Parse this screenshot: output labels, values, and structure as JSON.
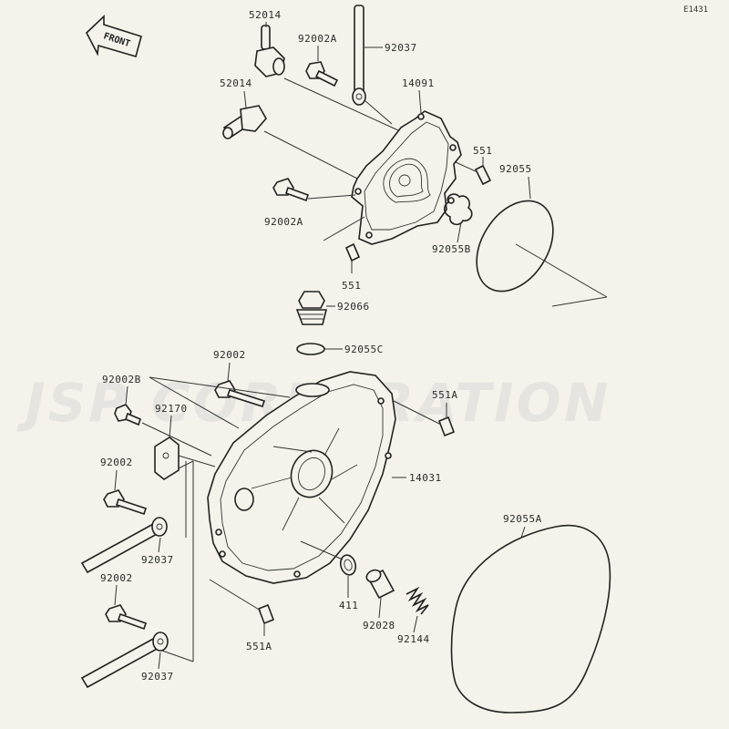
{
  "diagram": {
    "code": "E1431",
    "front_label": "FRONT",
    "watermark": "JSP CORPORATION",
    "labels": {
      "p52014_top": "52014",
      "p92002A_top": "92002A",
      "p92037_top": "92037",
      "p52014_mid": "52014",
      "p14091": "14091",
      "p551_right": "551",
      "p92055": "92055",
      "p92002A_mid": "92002A",
      "p92055B": "92055B",
      "p551_mid": "551",
      "p92066": "92066",
      "p92055C": "92055C",
      "p92002_a": "92002",
      "p92002B": "92002B",
      "p92170": "92170",
      "p551A_right": "551A",
      "p14031": "14031",
      "p92002_b": "92002",
      "p92037_b": "92037",
      "p92055A": "92055A",
      "p92002_c": "92002",
      "p411": "411",
      "p92028": "92028",
      "p92144": "92144",
      "p551A_bottom": "551A",
      "p92037_c": "92037"
    }
  }
}
